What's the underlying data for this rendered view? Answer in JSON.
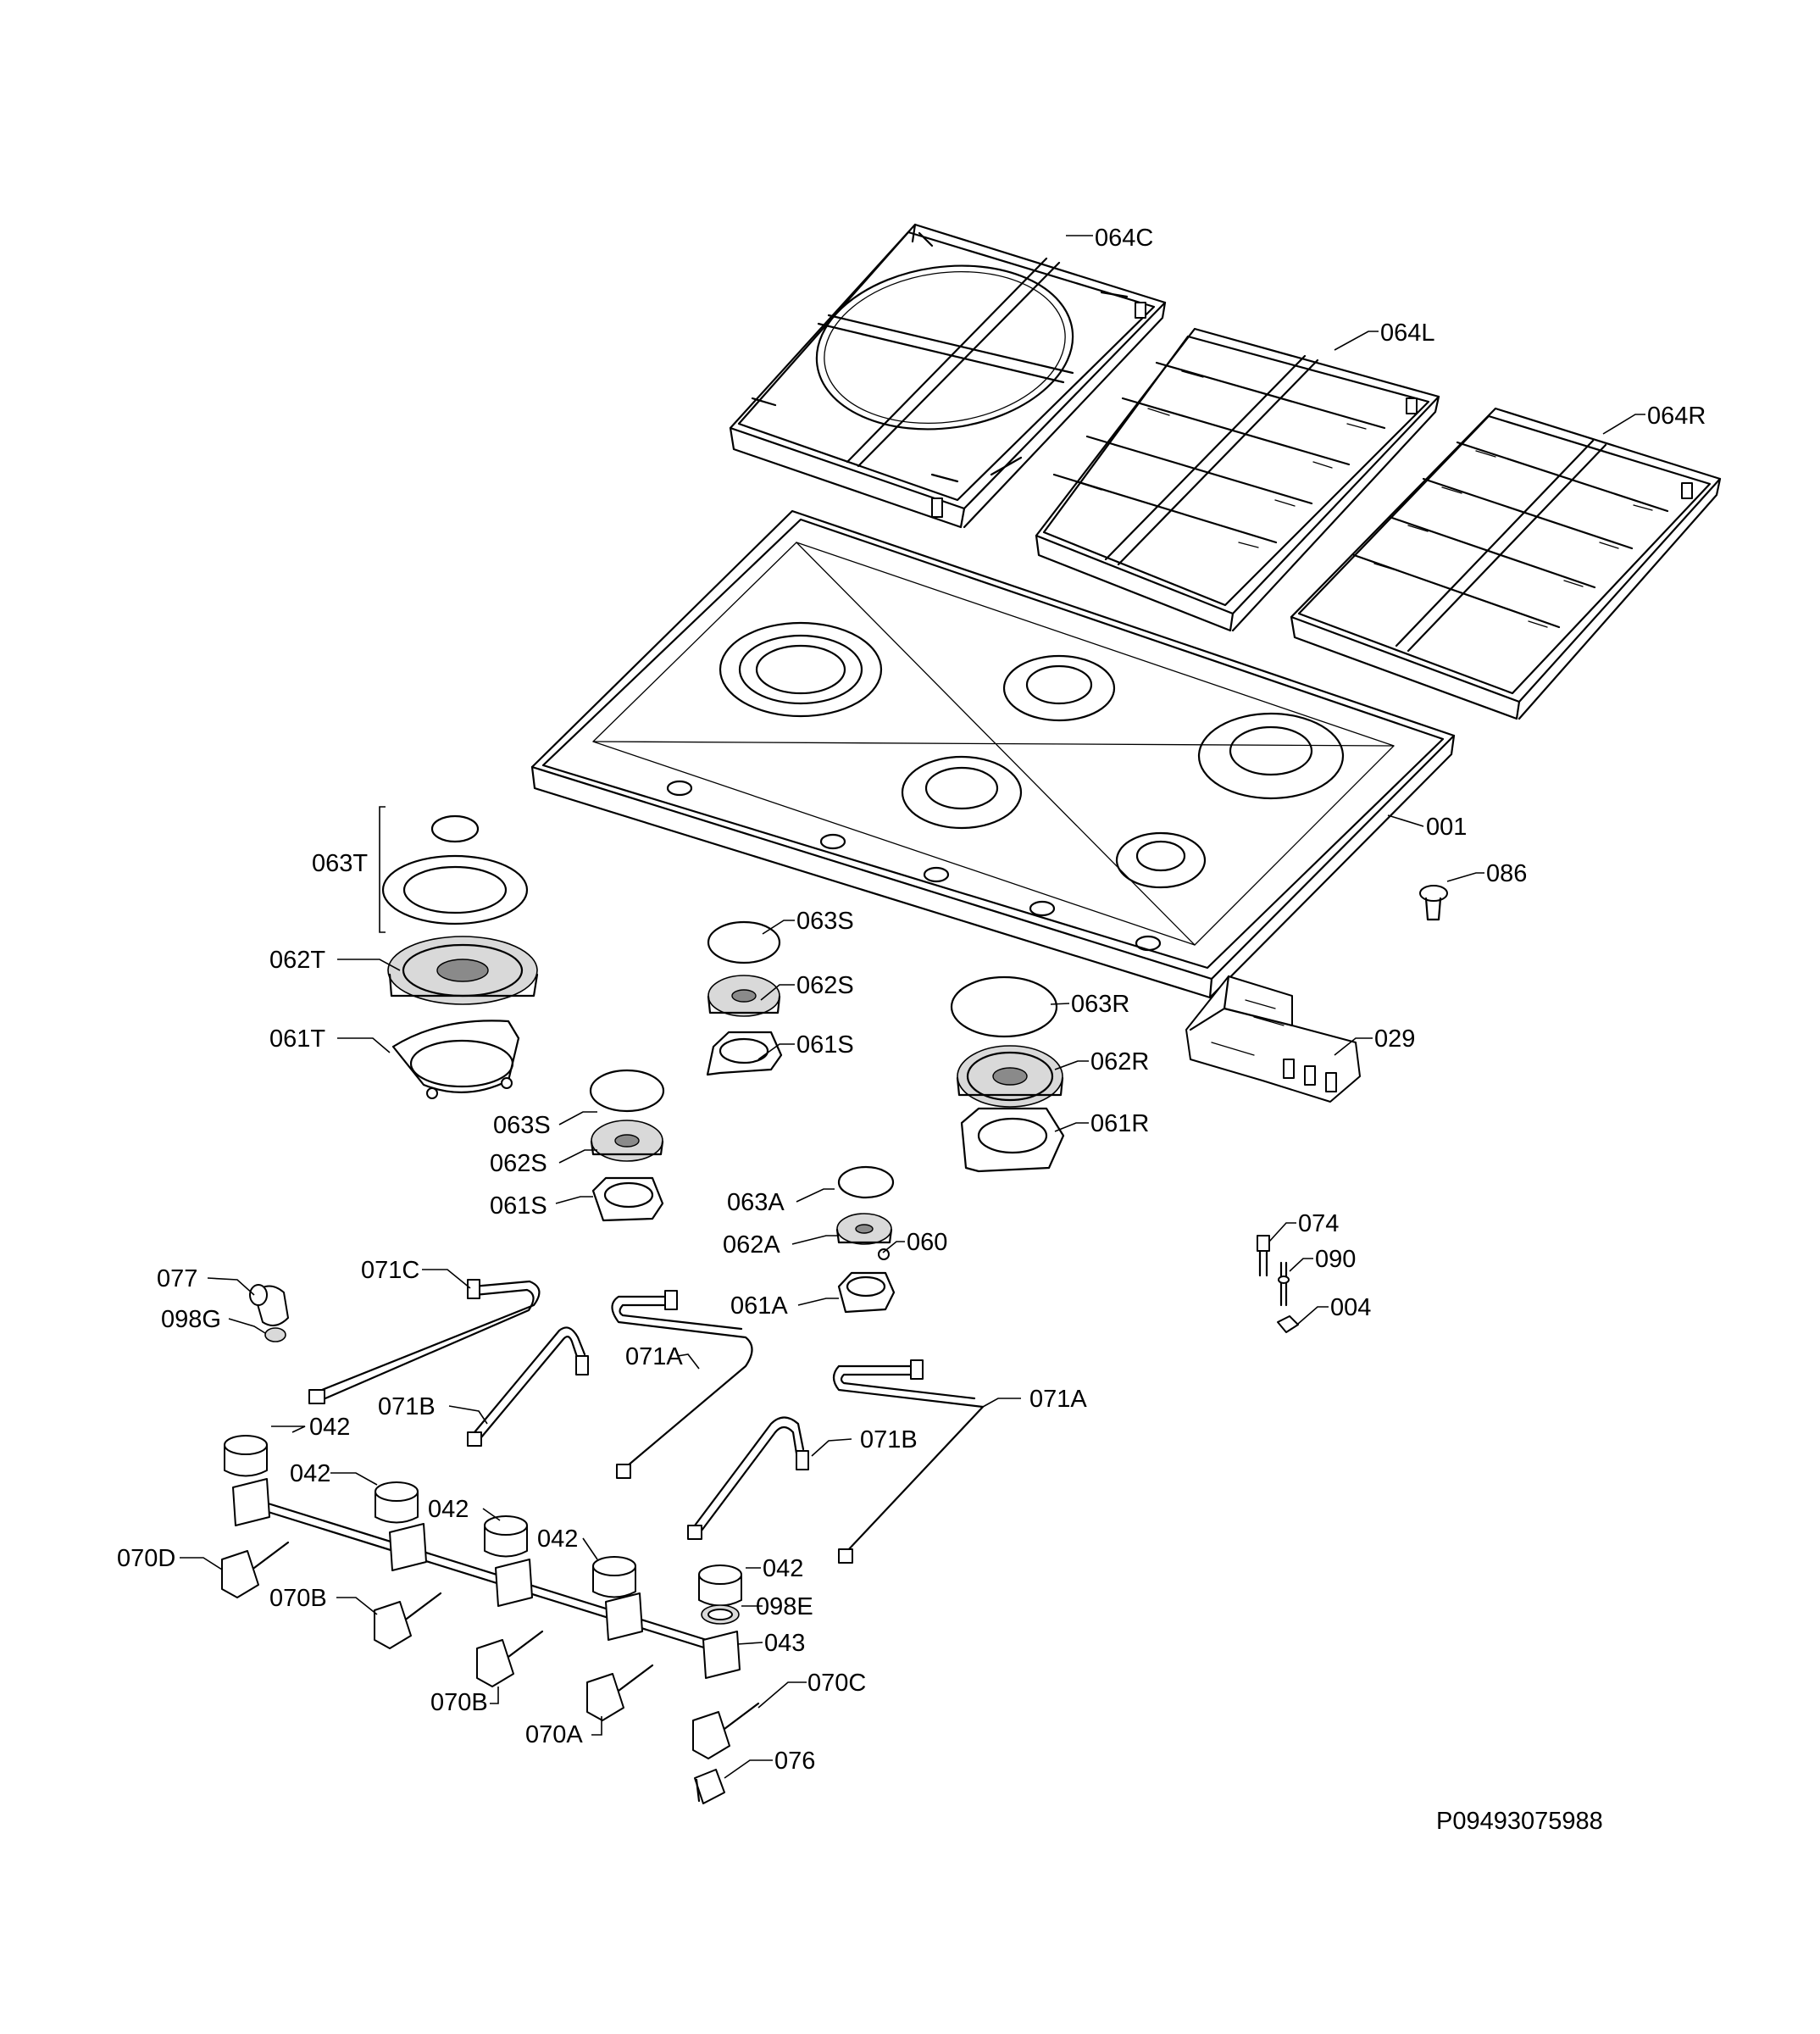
{
  "diagram": {
    "doc_code": "P09493075988",
    "labels": {
      "grate_center": "064C",
      "grate_left": "064L",
      "grate_right": "064R",
      "hob_top": "001",
      "knob_cap": "086",
      "ignition_unit": "029",
      "cap_t": "063T",
      "crown_t": "062T",
      "base_t": "061T",
      "cap_s_a": "063S",
      "crown_s_a": "062S",
      "base_s_a": "061S",
      "cap_s_b": "063S",
      "crown_s_b": "062S",
      "base_s_b": "061S",
      "cap_r": "063R",
      "crown_r": "062R",
      "base_r": "061R",
      "cap_a": "063A",
      "crown_a": "062A",
      "injector": "060",
      "base_a": "061A",
      "spark_plug": "074",
      "thermocouple": "090",
      "clip": "004",
      "elbow": "077",
      "gasket_g": "098G",
      "pipe_c": "071C",
      "pipe_b_left": "071B",
      "pipe_a_center": "071A",
      "pipe_b_right": "071B",
      "pipe_a_right": "071A",
      "knob_1": "042",
      "knob_2": "042",
      "knob_3": "042",
      "knob_4": "042",
      "knob_5": "042",
      "gasket_e": "098E",
      "gas_rail": "043",
      "valve_d": "070D",
      "valve_b_1": "070B",
      "valve_b_2": "070B",
      "valve_a": "070A",
      "valve_c": "070C",
      "bracket": "076"
    }
  }
}
